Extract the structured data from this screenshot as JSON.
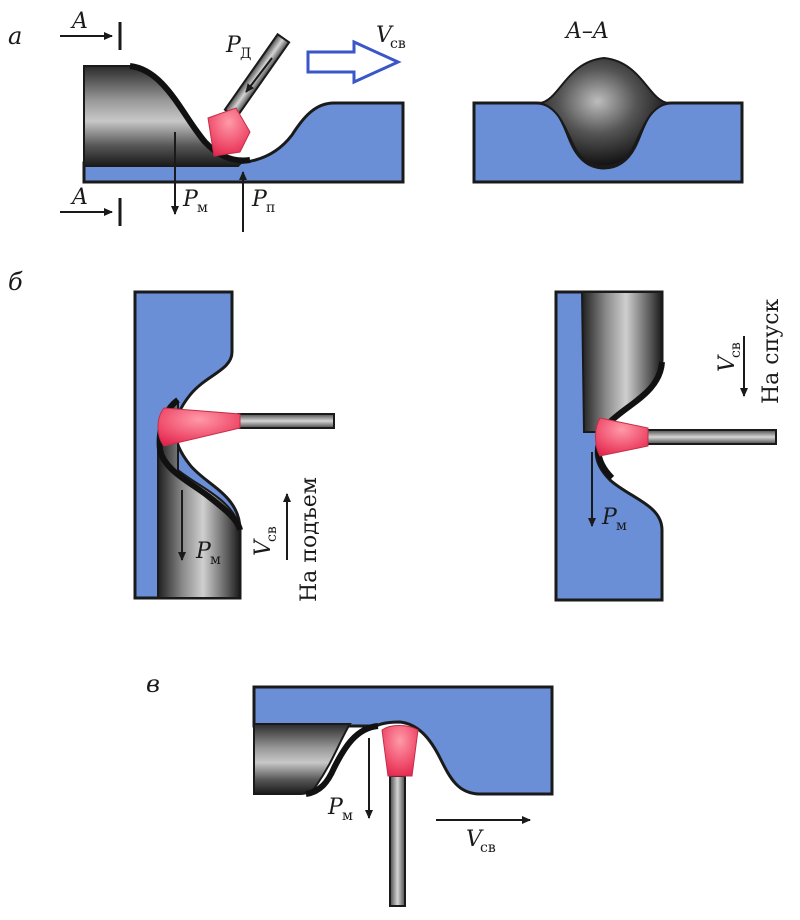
{
  "panels": {
    "a": "а",
    "b": "б",
    "v": "в"
  },
  "section_title": "A–A",
  "section_marks": {
    "top": "A",
    "bottom": "A"
  },
  "labels": {
    "p_main": "P",
    "sub_d": "Д",
    "sub_m": "м",
    "sub_p": "п",
    "v_main": "V",
    "sub_sv": "св"
  },
  "directions": {
    "up": "На подъем",
    "down": "На спуск"
  },
  "colors": {
    "metal_blue": "#6b8fd6",
    "outline": "#1a1a1a",
    "arc_flame": "#f0506e",
    "electrode": "#8a8a8a",
    "outline_arrow": "#3a56c8"
  }
}
